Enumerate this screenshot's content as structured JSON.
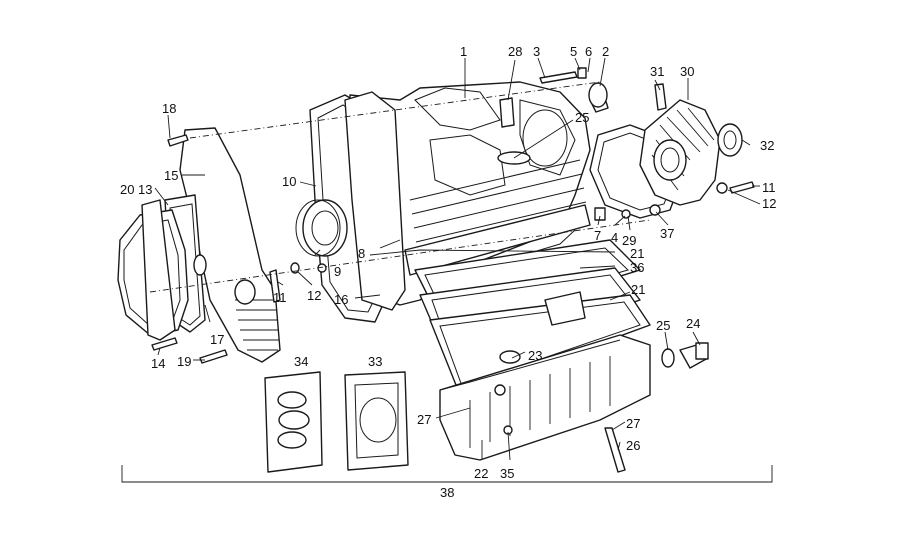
{
  "diagram": {
    "callouts": [
      "1",
      "28",
      "3",
      "5",
      "6",
      "2",
      "31",
      "30",
      "18",
      "25",
      "32",
      "15",
      "13",
      "20",
      "10",
      "11",
      "12",
      "7",
      "4",
      "29",
      "37",
      "21",
      "36",
      "9",
      "8",
      "16",
      "11",
      "12",
      "17",
      "14",
      "19",
      "25",
      "24",
      "21",
      "23",
      "34",
      "33",
      "27",
      "27",
      "26",
      "22",
      "35",
      "38"
    ]
  }
}
